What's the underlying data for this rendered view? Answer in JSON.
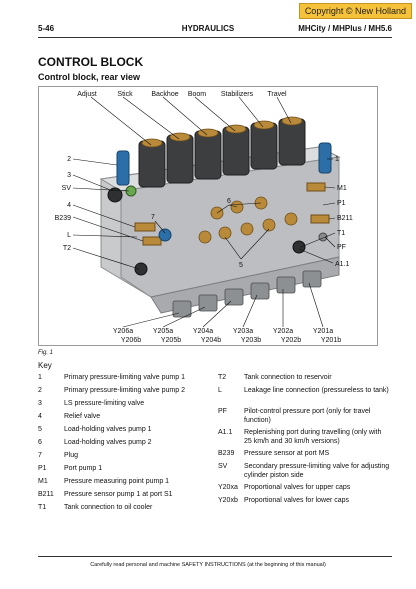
{
  "copyright": "Copyright © New Holland",
  "header": {
    "page": "5-46",
    "section": "HYDRAULICS",
    "models": "MHCity / MHPlus / MH5.6"
  },
  "title": "CONTROL BLOCK",
  "subtitle": "Control block, rear view",
  "figure": {
    "top_labels": [
      "Adjust",
      "Stick",
      "Backhoe",
      "Boom",
      "Stabilizers",
      "Travel"
    ],
    "left_labels": [
      "2",
      "3",
      "SV",
      "4",
      "B239",
      "L",
      "T2"
    ],
    "right_labels": [
      "1",
      "M1",
      "P1",
      "B211",
      "T1",
      "PF",
      "A1.1"
    ],
    "inner_labels": [
      "7",
      "6",
      "5"
    ],
    "bottom_labels_a": [
      "Y206a",
      "Y205a",
      "Y204a",
      "Y203a",
      "Y202a",
      "Y201a"
    ],
    "bottom_labels_b": [
      "Y206b",
      "Y205b",
      "Y204b",
      "Y203b",
      "Y202b",
      "Y201b"
    ],
    "caption": "Fig. 1"
  },
  "key_label": "Key",
  "key_left": [
    {
      "code": "1",
      "desc": "Primary pressure-limiting valve pump 1"
    },
    {
      "code": "2",
      "desc": "Primary pressure-limiting valve pump 2"
    },
    {
      "code": "3",
      "desc": "LS pressure-limiting valve"
    },
    {
      "code": "4",
      "desc": "Relief valve"
    },
    {
      "code": "5",
      "desc": "Load-holding valves pump 1"
    },
    {
      "code": "6",
      "desc": "Load-holding valves pump 2"
    },
    {
      "code": "7",
      "desc": "Plug"
    },
    {
      "code": "P1",
      "desc": "Port pump 1"
    },
    {
      "code": "M1",
      "desc": "Pressure measuring point pump 1"
    },
    {
      "code": "B211",
      "desc": "Pressure sensor pump 1 at port S1"
    },
    {
      "code": "T1",
      "desc": "Tank connection to oil cooler"
    }
  ],
  "key_right": [
    {
      "code": "T2",
      "desc": "Tank connection to reservoir"
    },
    {
      "code": "L",
      "desc": "Leakage line connection (pressureless to tank)"
    },
    {
      "code": "PF",
      "desc": "Pilot-control pressure port (only for travel function)"
    },
    {
      "code": "A1.1",
      "desc": "Replenishing port during travelling (only with 25 km/h and 30 km/h versions)"
    },
    {
      "code": "B239",
      "desc": "Pressure sensor at port MS"
    },
    {
      "code": "SV",
      "desc": "Secondary pressure-limiting valve for adjusting cylinder piston side"
    },
    {
      "code": "Y20xa",
      "desc": "Proportional valves for upper caps"
    },
    {
      "code": "Y20xb",
      "desc": "Proportional valves for lower caps"
    }
  ],
  "footer": "Carefully read personal and machine SAFETY INSTRUCTIONS (at the beginning of this manual)"
}
